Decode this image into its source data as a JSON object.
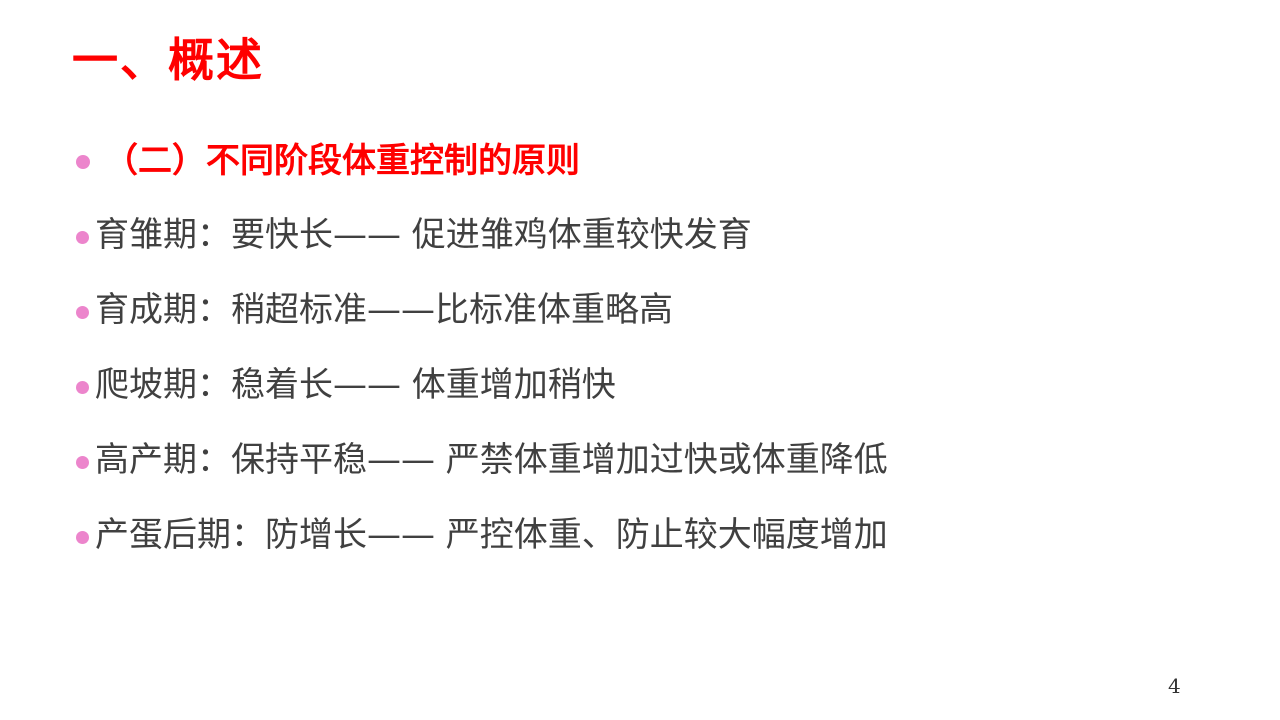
{
  "slide": {
    "title": "一、概述",
    "subtitle": "（二）不同阶段体重控制的原则",
    "items": [
      {
        "text": "育雏期：要快长—— 促进雏鸡体重较快发育"
      },
      {
        "text": "育成期：稍超标准——比标准体重略高"
      },
      {
        "text": "爬坡期：稳着长—— 体重增加稍快"
      },
      {
        "text": "高产期：保持平稳—— 严禁体重增加过快或体重降低"
      },
      {
        "text": "产蛋后期：防增长—— 严控体重、防止较大幅度增加"
      }
    ],
    "page_number": "4"
  },
  "colors": {
    "title": "#ff0000",
    "bullet": "#ec85cc",
    "body_text": "#404040"
  }
}
